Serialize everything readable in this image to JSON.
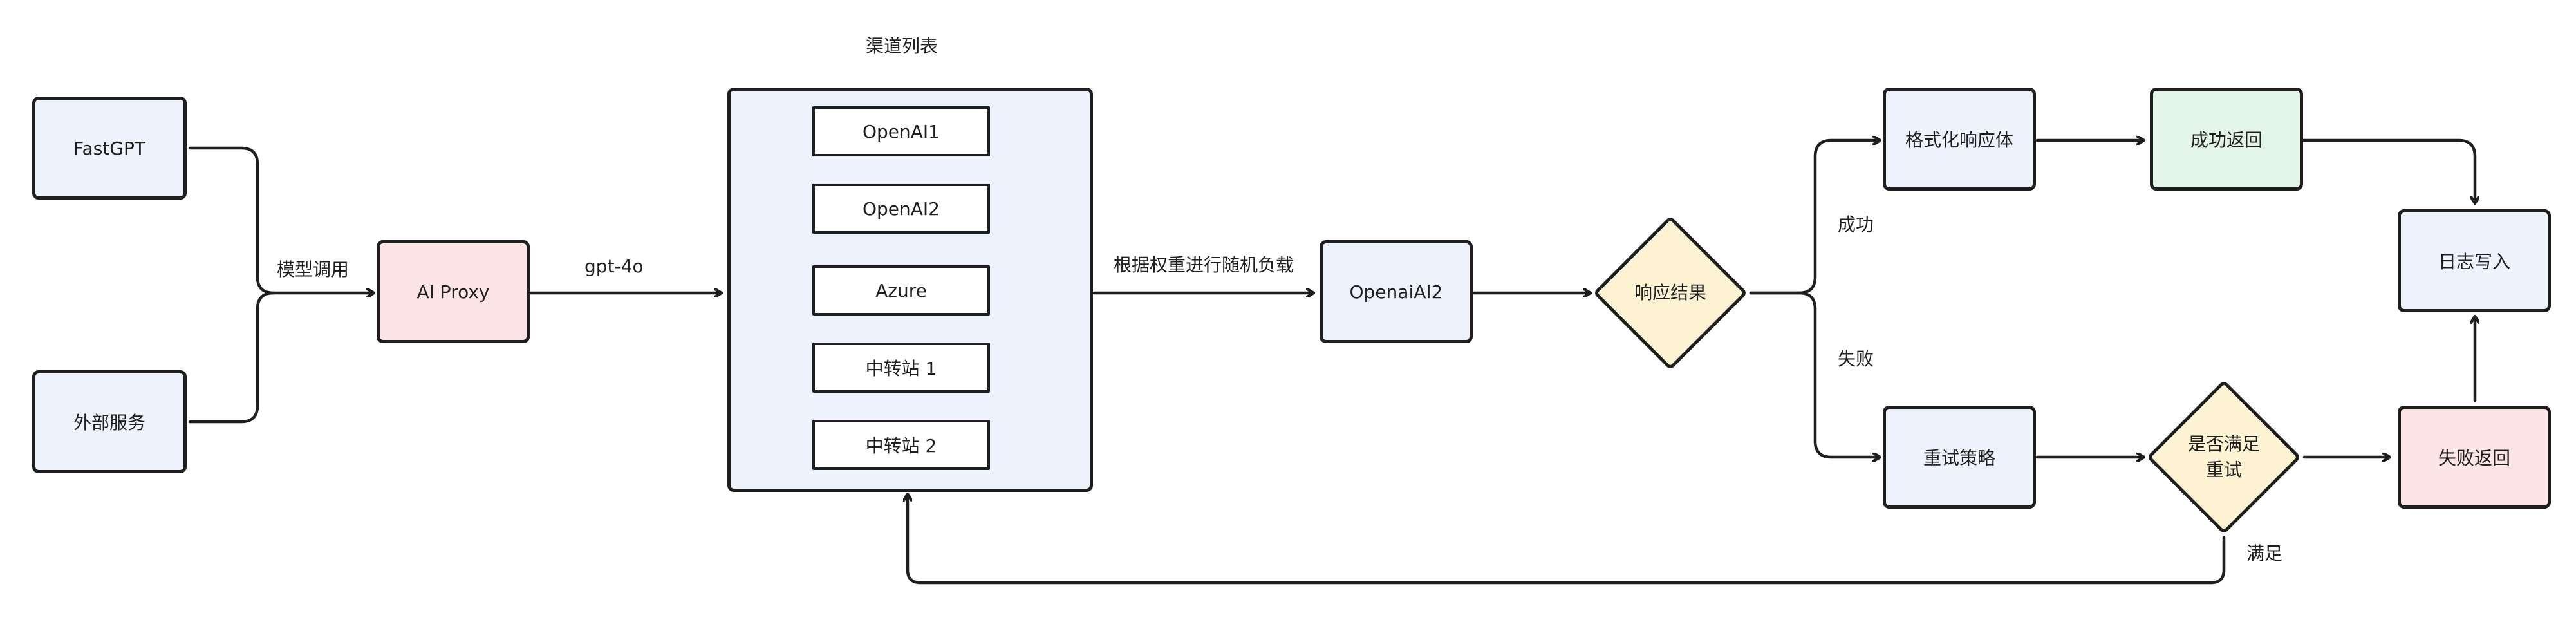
{
  "nodes": {
    "fastgpt": "FastGPT",
    "external": "外部服务",
    "ai_proxy": "AI Proxy",
    "channel_list_title": "渠道列表",
    "channels": [
      "OpenAI1",
      "OpenAI2",
      "Azure",
      "中转站 1",
      "中转站 2"
    ],
    "selected": "OpenaiAI2",
    "response_result": "响应结果",
    "format_response": "格式化响应体",
    "success_return": "成功返回",
    "log_write": "日志写入",
    "retry_policy": "重试策略",
    "retry_check": "是否满足\n重试",
    "fail_return": "失败返回"
  },
  "edge_labels": {
    "model_call": "模型调用",
    "model_name": "gpt-4o",
    "weighted": "根据权重进行随机负载",
    "success": "成功",
    "failure": "失败",
    "satisfied": "满足"
  },
  "colors": {
    "blue_fill": "#eef2fd",
    "pink_fill": "#fde4e5",
    "green_fill": "#e2f5e6",
    "yellow_fill": "#fdf3d3",
    "stroke": "#1e1e1e"
  }
}
